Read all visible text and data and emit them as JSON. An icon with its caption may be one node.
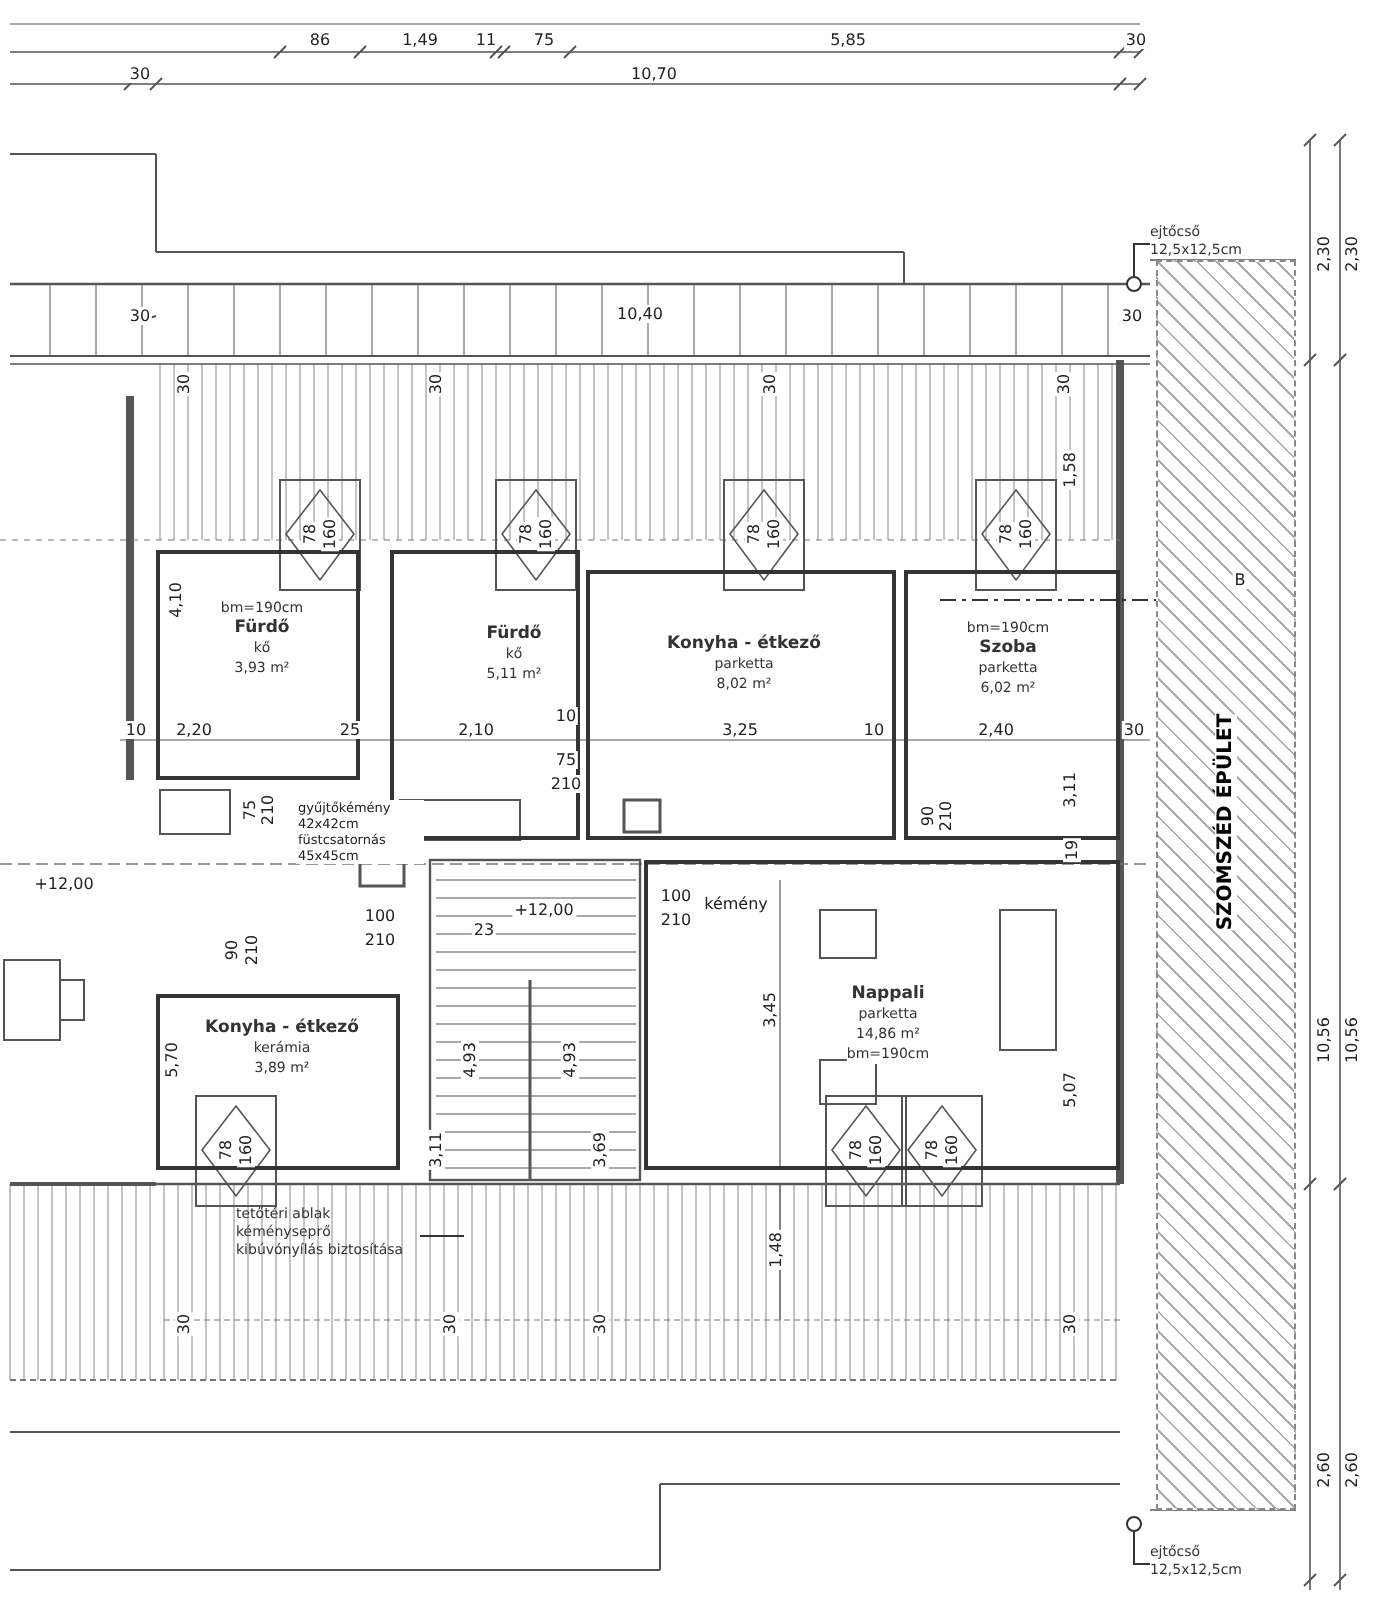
{
  "diagram": {
    "nodes": [
      {
        "text": [
          "bm=190cm",
          "Fürdő",
          "kő",
          "3,93 m²"
        ]
      },
      {
        "text": [
          "Fürdő",
          "kő",
          "5,11 m²"
        ]
      },
      {
        "text": [
          "Konyha - étkező",
          "parketta",
          "8,02 m²"
        ]
      },
      {
        "text": [
          "bm=190cm",
          "Szoba",
          "parketta",
          "6,02 m²"
        ]
      },
      {
        "text": [
          "Konyha - étkező",
          "kerámia",
          "3,89 m²"
        ]
      },
      {
        "text": [
          "Nappali",
          "parketta",
          "14,86 m²",
          "bm=190cm"
        ]
      },
      {
        "text": [
          "SZOMSZÉD ÉPÜLET"
        ]
      },
      {
        "text": [
          "ejtőcső 12,5x12,5cm"
        ]
      },
      {
        "text": [],
        "shape": "circle"
      },
      {
        "text": [
          "tetőtéri ablak kéményseprő kibúvónyílás biztosítása"
        ]
      },
      {
        "text": [
          "ejtőcső 12,5x12,5cm"
        ]
      },
      {
        "text": [],
        "shape": "circle"
      }
    ],
    "edges": [
      {
        "from": 7,
        "to": 8,
        "arrow": "none"
      },
      {
        "from": 9,
        "to": null,
        "arrow": "none"
      },
      {
        "from": 10,
        "to": 11,
        "arrow": "none"
      }
    ],
    "labels": [
      "86",
      "1,49",
      "11",
      "75",
      "5,85",
      "30",
      "30",
      "10,70",
      "2,30",
      "2,30",
      "30",
      "10,40",
      "30",
      "30",
      "30",
      "30",
      "30",
      "1,58",
      "78",
      "160",
      "78",
      "160",
      "78",
      "160",
      "78",
      "160",
      "4,10",
      "10",
      "2,20",
      "25",
      "2,10",
      "10",
      "75",
      "210",
      "3,25",
      "10",
      "2,40",
      "3,11",
      "30",
      "75",
      "210",
      "90",
      "210",
      "19",
      "gyűjtőkémény 42x42cm füstcsatornás 45x45cm",
      "+12,00",
      "100",
      "210",
      "23",
      "+12,00",
      "100",
      "210",
      "kémény",
      "90",
      "210",
      "3,45",
      "5,70",
      "4,93",
      "4,93",
      "5,07",
      "3,11",
      "3,69",
      "78",
      "160",
      "78",
      "160",
      "78",
      "160",
      "1,48",
      "30",
      "30",
      "30",
      "30",
      "10,56",
      "10,56",
      "2,60",
      "2,60",
      "B"
    ]
  }
}
